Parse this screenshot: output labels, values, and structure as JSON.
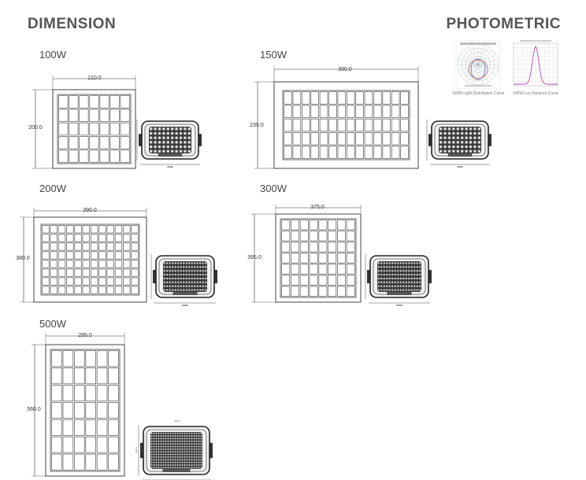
{
  "headings": {
    "dimension": "DIMENSION",
    "photometric": "PHOTOMETRIC"
  },
  "models": [
    {
      "wattage": "100W",
      "width": "210.0",
      "height": "200.0",
      "cols": 7,
      "rows": 5
    },
    {
      "wattage": "150W",
      "width": "390.0",
      "height": "235.0",
      "cols": 14,
      "rows": 5
    },
    {
      "wattage": "200W",
      "width": "390.0",
      "height": "380.0",
      "cols": 12,
      "rows": 8
    },
    {
      "wattage": "300W",
      "width": "375.0",
      "height": "395.0",
      "cols": 8,
      "rows": 7
    },
    {
      "wattage": "500W",
      "width": "295.0",
      "height": "560.0",
      "cols": 6,
      "rows": 7,
      "lamp_width": "331.7",
      "lamp_height": "420.4"
    }
  ],
  "photometric": {
    "distribution_caption": "100W-Light Distribution Curve",
    "lux_caption": "100W-Lux Distance Curve"
  }
}
